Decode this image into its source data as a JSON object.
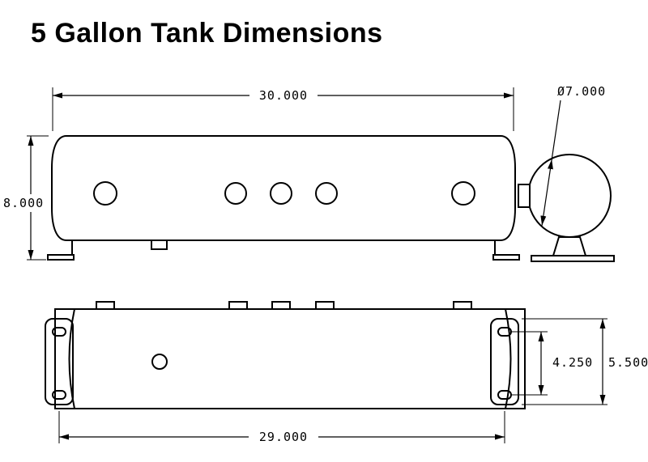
{
  "title": "5 Gallon Tank Dimensions",
  "dims": {
    "overall_length": "30.000",
    "overall_height": "8.000",
    "end_diameter": "Ø7.000",
    "bracket_hole_spacing": "4.250",
    "bracket_height": "5.500",
    "mounting_hole_spacing": "29.000"
  },
  "colors": {
    "line": "#000000",
    "background": "#ffffff",
    "text": "#000000"
  }
}
